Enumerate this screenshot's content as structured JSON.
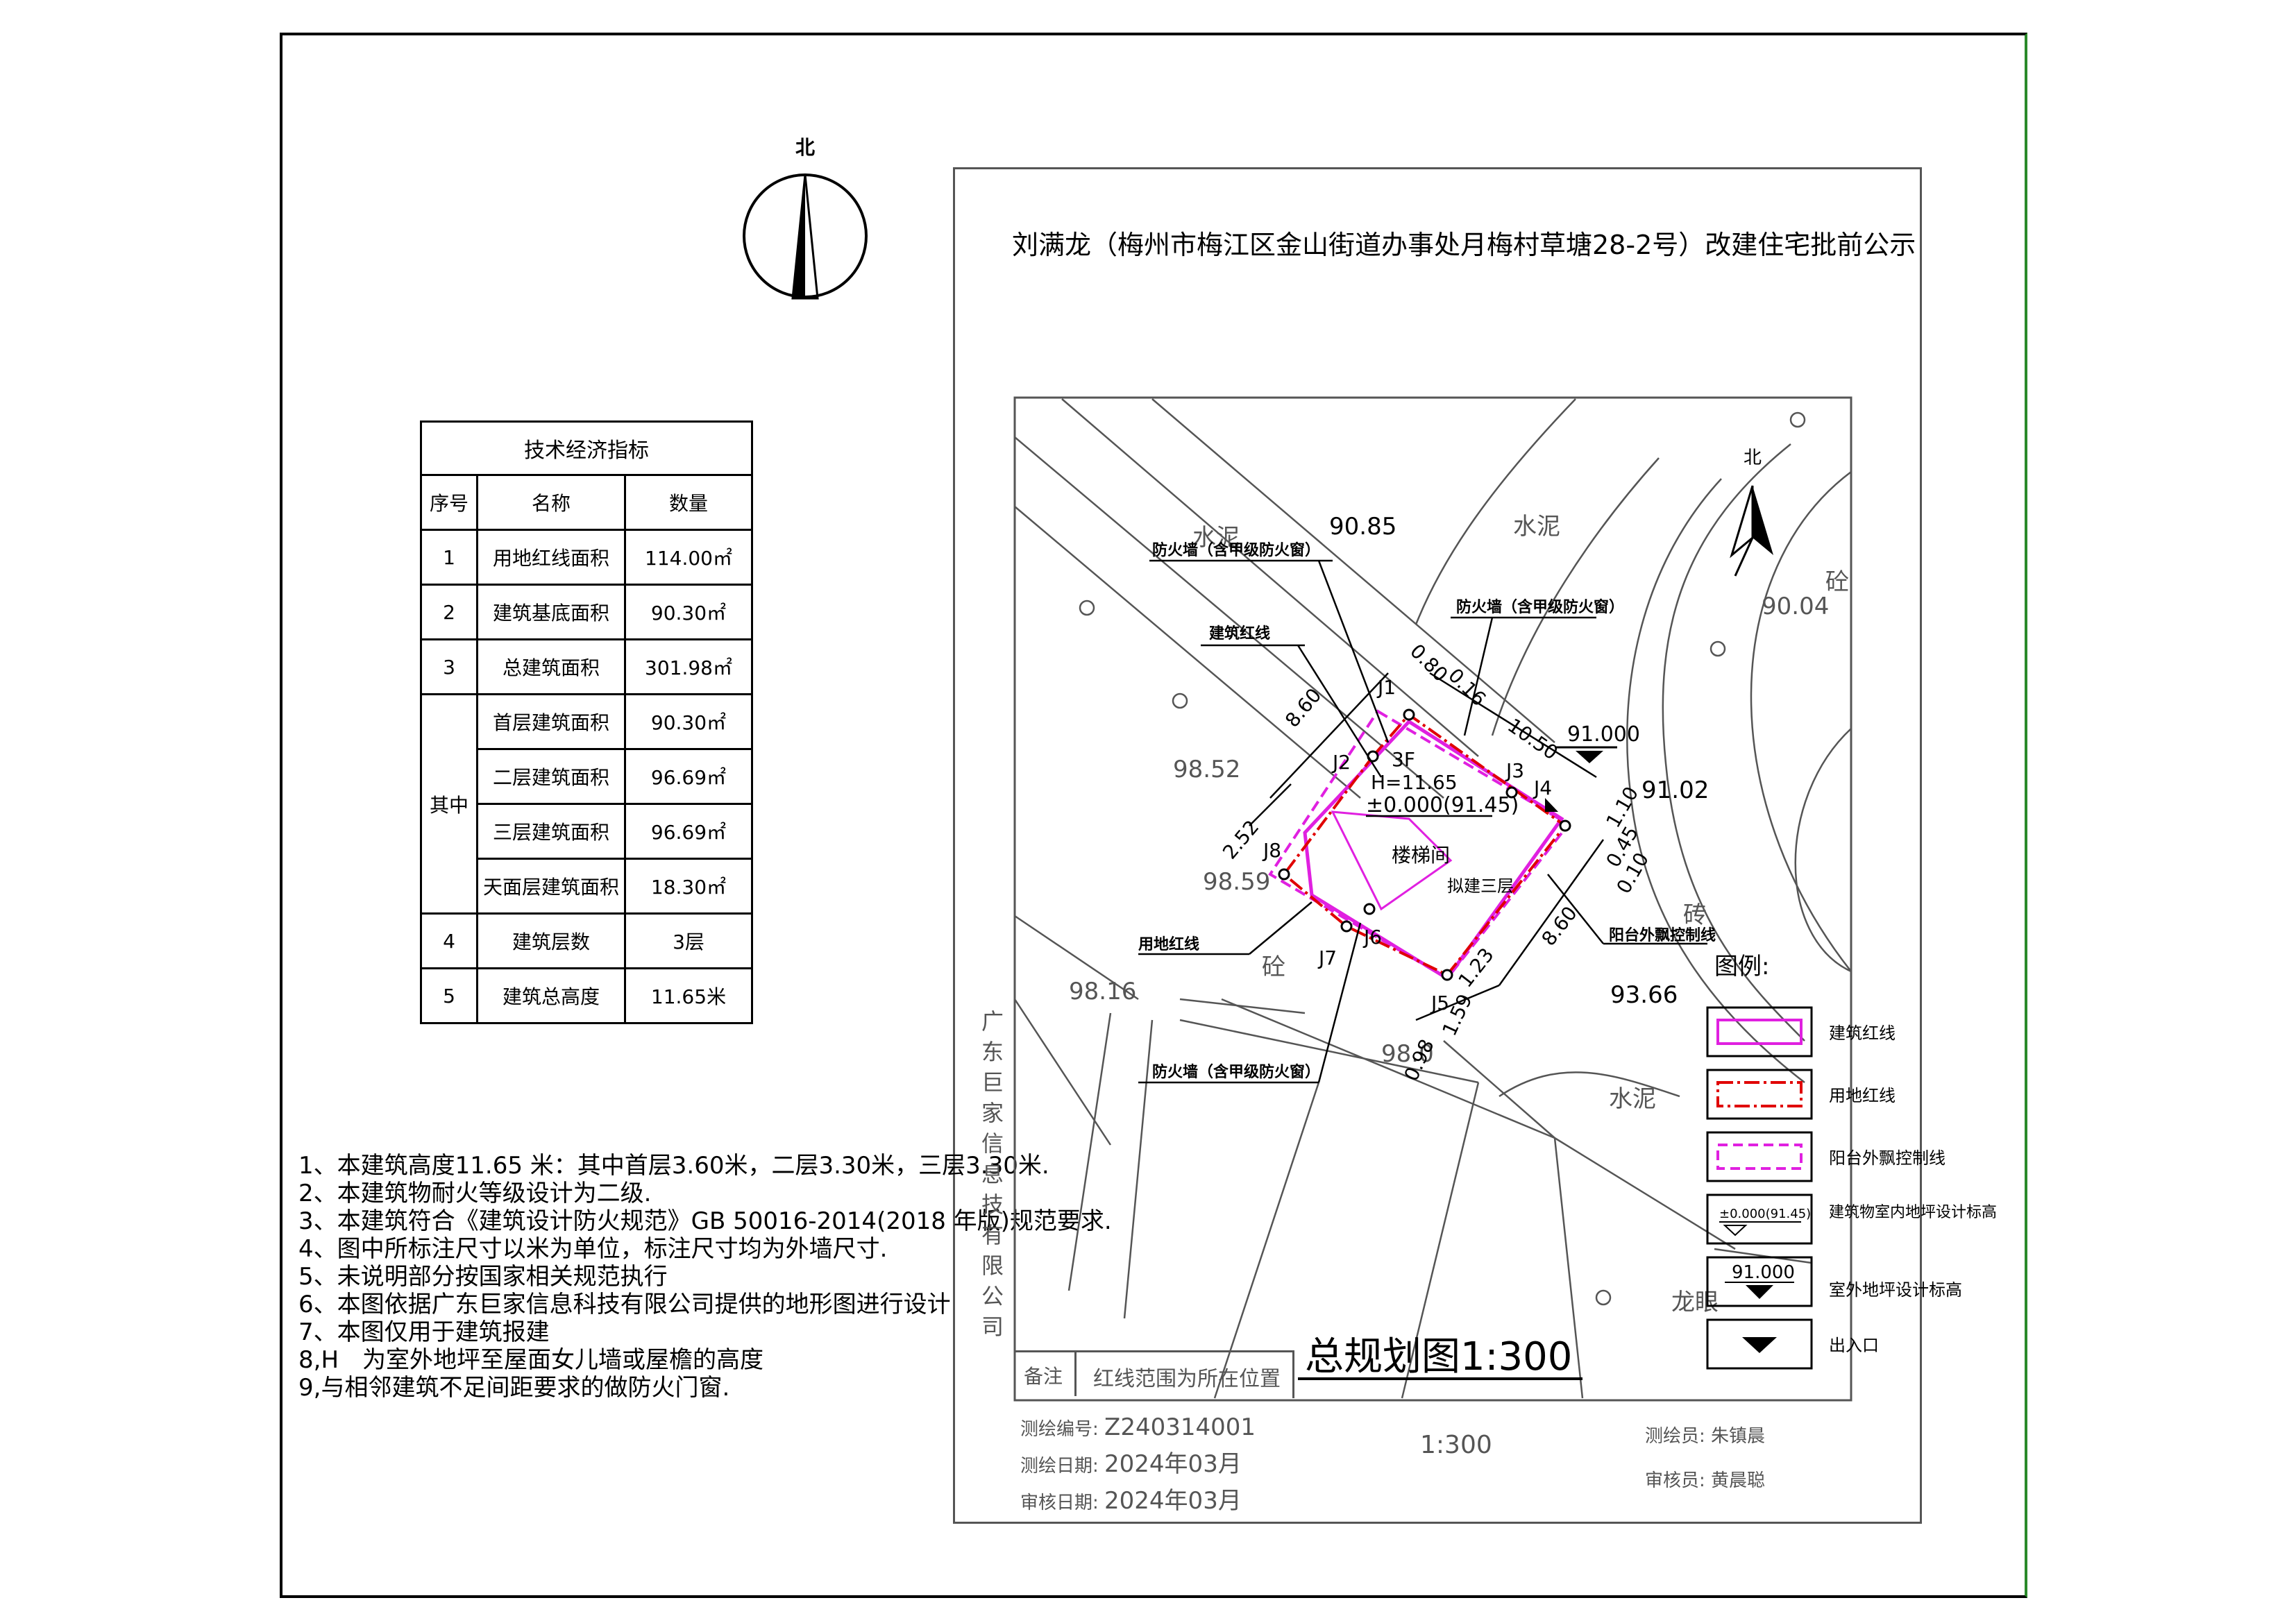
{
  "title": "刘满龙（梅州市梅江区金山街道办事处月梅村草塘28-2号）改建住宅批前公示",
  "north_label": "北",
  "table": {
    "caption": "技术经济指标",
    "headers": [
      "序号",
      "名称",
      "数量"
    ],
    "group_label": "其中",
    "rows": [
      {
        "no": "1",
        "name": "用地红线面积",
        "value": "114.00㎡"
      },
      {
        "no": "2",
        "name": "建筑基底面积",
        "value": "90.30㎡"
      },
      {
        "no": "3",
        "name": "总建筑面积",
        "value": "301.98㎡"
      },
      {
        "no": "",
        "name": "首层建筑面积",
        "value": "90.30㎡"
      },
      {
        "no": "",
        "name": "二层建筑面积",
        "value": "96.69㎡"
      },
      {
        "no": "",
        "name": "三层建筑面积",
        "value": "96.69㎡"
      },
      {
        "no": "",
        "name": "天面层建筑面积",
        "value": "18.30㎡"
      },
      {
        "no": "4",
        "name": "建筑层数",
        "value": "3层"
      },
      {
        "no": "5",
        "name": "建筑总高度",
        "value": "11.65米"
      }
    ]
  },
  "notes": [
    "1、本建筑高度11.65 米：其中首层3.60米，二层3.30米，三层3.30米.",
    "2、本建筑物耐火等级设计为二级.",
    "3、本建筑符合《建筑设计防火规范》GB 50016-2014(2018 年版)规范要求.",
    "4、图中所标注尺寸以米为单位，标注尺寸均为外墙尺寸.",
    "5、未说明部分按国家相关规范执行",
    "6、本图依据广东巨家信息科技有限公司提供的地形图进行设计",
    "7、本图仅用于建筑报建",
    "8,H　为室外地坪至屋面女儿墙或屋檐的高度",
    "9,与相邻建筑不足间距要求的做防火门窗."
  ],
  "plan": {
    "labels": {
      "cement_1": "水泥",
      "cement_2": "水泥",
      "cement_3": "水泥",
      "concrete_1": "砼",
      "concrete_2": "砼",
      "brick": "砖",
      "longan": "龙眼",
      "north": "北",
      "firewall_1": "防火墙（含甲级防火窗）",
      "firewall_2": "防火墙（含甲级防火窗）",
      "firewall_3": "防火墙（含甲级防火窗）",
      "building_redline": "建筑红线",
      "land_redline": "用地红线",
      "balcony_line": "阳台外飘控制线",
      "floors": "3F",
      "height": "H=11.65",
      "indoor_level": "±0.000(91.45)",
      "stair": "楼梯间",
      "proposed": "拟建三层",
      "level_outdoor": "91.000",
      "company_vertical": "广东巨家信息技有限公司"
    },
    "elevations": [
      "90.85",
      "90.04",
      "98.52",
      "98.59",
      "98.16",
      "98.0",
      "91.02",
      "93.66"
    ],
    "points": [
      "J1",
      "J2",
      "J3",
      "J4",
      "J5",
      "J6",
      "J7",
      "J8"
    ],
    "dims": [
      "0.80",
      "0.16",
      "10.50",
      "8.60",
      "2.52",
      "8.60",
      "1.23",
      "0.98",
      "1.59",
      "0.10",
      "0.45",
      "1.10"
    ]
  },
  "legend": {
    "title": "图例:",
    "items": [
      {
        "label": "建筑红线",
        "icon": "magenta-rect"
      },
      {
        "label": "用地红线",
        "icon": "red-dashdot-rect"
      },
      {
        "label": "阳台外飘控制线",
        "icon": "magenta-dashed-rect"
      },
      {
        "label": "建筑物室内地坪设计标高",
        "icon": "indoor-level-symbol",
        "sample": "±0.000(91.45)"
      },
      {
        "label": "室外地坪设计标高",
        "icon": "outdoor-level-symbol",
        "sample": "91.000"
      },
      {
        "label": "出入口",
        "icon": "entrance-triangle"
      }
    ]
  },
  "remark": {
    "label": "备注",
    "text": "红线范围为所在位置"
  },
  "plan_title": "总规划图1:300",
  "footer": {
    "survey_no_label": "测绘编号:",
    "survey_no": "Z240314001",
    "survey_date_label": "测绘日期:",
    "survey_date": "2024年03月",
    "review_date_label": "审核日期:",
    "review_date": "2024年03月",
    "scale": "1:300",
    "surveyor_label": "测绘员:",
    "surveyor": "朱镇晨",
    "reviewer_label": "审核员:",
    "reviewer": "黄晨聪"
  },
  "colors": {
    "building_line": "#e020e0",
    "land_line": "#e00000",
    "line": "#444444"
  }
}
